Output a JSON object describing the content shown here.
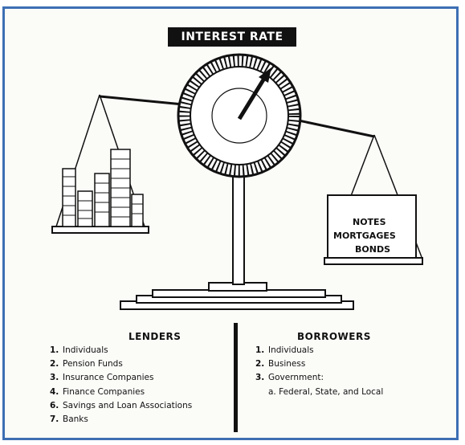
{
  "title": "INTEREST RATE",
  "borrowers_box": {
    "line1": "NOTES",
    "line2": "MORTGAGES",
    "line3": "BONDS"
  },
  "lenders": {
    "heading": "LENDERS",
    "items": [
      {
        "num": "1.",
        "text": "Individuals"
      },
      {
        "num": "2.",
        "text": "Pension Funds"
      },
      {
        "num": "3.",
        "text": "Insurance Companies"
      },
      {
        "num": "4.",
        "text": "Finance Companies"
      },
      {
        "num": "6.",
        "text": "Savings and Loan Associations"
      },
      {
        "num": "7.",
        "text": "Banks"
      }
    ]
  },
  "borrowers": {
    "heading": "BORROWERS",
    "items": [
      {
        "num": "1.",
        "text": "Individuals"
      },
      {
        "num": "2.",
        "text": "Business"
      },
      {
        "num": "3.",
        "text": "Government:"
      }
    ],
    "subitem": "a. Federal, State, and Local"
  },
  "colors": {
    "frame": "#3d6fb3",
    "ink": "#111111"
  }
}
